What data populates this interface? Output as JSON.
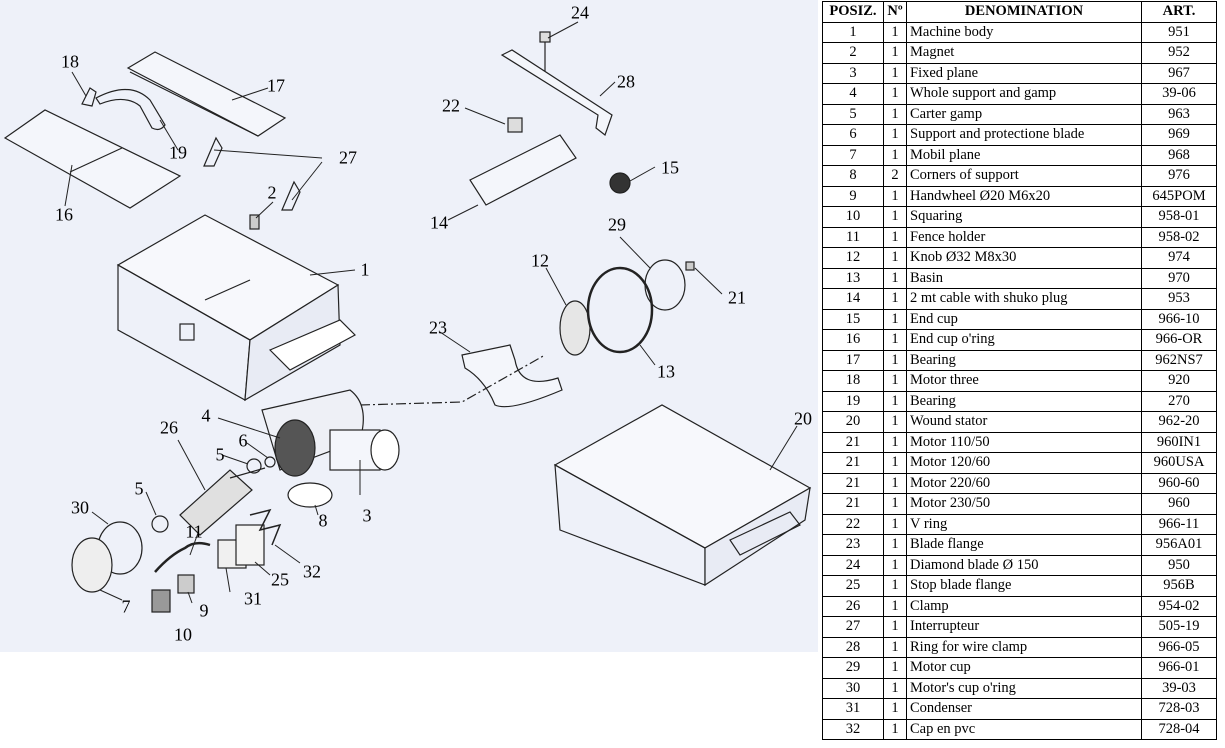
{
  "table": {
    "headers": {
      "pos": "POSIZ.",
      "qty": "Nº",
      "name": "DENOMINATION",
      "art": "ART."
    },
    "rows": [
      {
        "pos": "1",
        "qty": "1",
        "name": "Machine body",
        "art": "951"
      },
      {
        "pos": "2",
        "qty": "1",
        "name": "Magnet",
        "art": "952"
      },
      {
        "pos": "3",
        "qty": "1",
        "name": "Fixed plane",
        "art": "967"
      },
      {
        "pos": "4",
        "qty": "1",
        "name": "Whole support and gamp",
        "art": "39-06"
      },
      {
        "pos": "5",
        "qty": "1",
        "name": "Carter gamp",
        "art": "963"
      },
      {
        "pos": "6",
        "qty": "1",
        "name": "Support and protectione blade",
        "art": "969"
      },
      {
        "pos": "7",
        "qty": "1",
        "name": "Mobil plane",
        "art": "968"
      },
      {
        "pos": "8",
        "qty": "2",
        "name": "Corners of support",
        "art": "976"
      },
      {
        "pos": "9",
        "qty": "1",
        "name": "Handwheel Ø20 M6x20",
        "art": "645POM"
      },
      {
        "pos": "10",
        "qty": "1",
        "name": "Squaring",
        "art": "958-01"
      },
      {
        "pos": "11",
        "qty": "1",
        "name": "Fence holder",
        "art": "958-02"
      },
      {
        "pos": "12",
        "qty": "1",
        "name": "Knob Ø32 M8x30",
        "art": "974"
      },
      {
        "pos": "13",
        "qty": "1",
        "name": "Basin",
        "art": "970"
      },
      {
        "pos": "14",
        "qty": "1",
        "name": "2 mt cable with shuko plug",
        "art": "953"
      },
      {
        "pos": "15",
        "qty": "1",
        "name": "End cup",
        "art": "966-10"
      },
      {
        "pos": "16",
        "qty": "1",
        "name": "End cup o'ring",
        "art": "966-OR"
      },
      {
        "pos": "17",
        "qty": "1",
        "name": "Bearing",
        "art": "962NS7"
      },
      {
        "pos": "18",
        "qty": "1",
        "name": "Motor three",
        "art": "920"
      },
      {
        "pos": "19",
        "qty": "1",
        "name": "Bearing",
        "art": "270"
      },
      {
        "pos": "20",
        "qty": "1",
        "name": "Wound stator",
        "art": "962-20"
      },
      {
        "pos": "21",
        "qty": "1",
        "name": "Motor 110/50",
        "art": "960IN1"
      },
      {
        "pos": "21",
        "qty": "1",
        "name": "Motor 120/60",
        "art": "960USA"
      },
      {
        "pos": "21",
        "qty": "1",
        "name": "Motor 220/60",
        "art": "960-60"
      },
      {
        "pos": "21",
        "qty": "1",
        "name": "Motor 230/50",
        "art": "960"
      },
      {
        "pos": "22",
        "qty": "1",
        "name": "V ring",
        "art": "966-11"
      },
      {
        "pos": "23",
        "qty": "1",
        "name": "Blade flange",
        "art": "956A01"
      },
      {
        "pos": "24",
        "qty": "1",
        "name": "Diamond blade Ø 150",
        "art": "950"
      },
      {
        "pos": "25",
        "qty": "1",
        "name": "Stop blade flange",
        "art": "956B"
      },
      {
        "pos": "26",
        "qty": "1",
        "name": "Clamp",
        "art": "954-02"
      },
      {
        "pos": "27",
        "qty": "1",
        "name": "Interrupteur",
        "art": "505-19"
      },
      {
        "pos": "28",
        "qty": "1",
        "name": "Ring for wire clamp",
        "art": "966-05"
      },
      {
        "pos": "29",
        "qty": "1",
        "name": "Motor cup",
        "art": "966-01"
      },
      {
        "pos": "30",
        "qty": "1",
        "name": "Motor's cup o'ring",
        "art": "39-03"
      },
      {
        "pos": "31",
        "qty": "1",
        "name": "Condenser",
        "art": "728-03"
      },
      {
        "pos": "32",
        "qty": "1",
        "name": "Cap en pvc",
        "art": "728-04"
      }
    ]
  },
  "drawing": {
    "callouts": [
      "1",
      "2",
      "3",
      "4",
      "5",
      "5",
      "6",
      "7",
      "8",
      "9",
      "10",
      "11",
      "12",
      "13",
      "14",
      "15",
      "16",
      "17",
      "18",
      "19",
      "20",
      "21",
      "22",
      "23",
      "24",
      "25",
      "26",
      "27",
      "28",
      "29",
      "30",
      "31",
      "32"
    ]
  }
}
